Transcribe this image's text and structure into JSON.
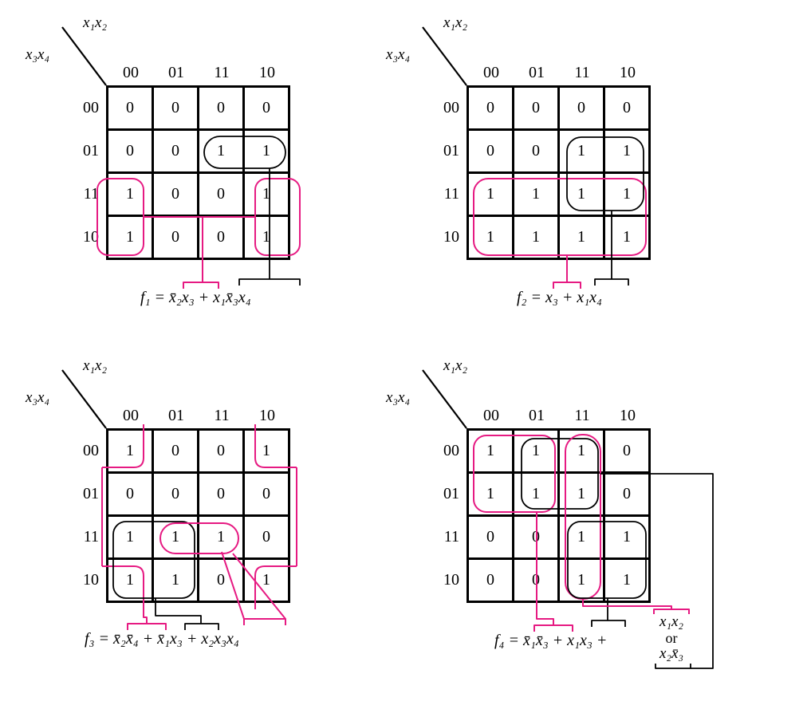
{
  "colors": {
    "loop_pink": "#e61a82",
    "loop_black": "#000000"
  },
  "maps": [
    {
      "id": "f1",
      "corner_top_label": "x₁x₂",
      "corner_side_label": "x₃x₄",
      "col_headers": [
        "00",
        "01",
        "11",
        "10"
      ],
      "row_headers": [
        "00",
        "01",
        "11",
        "10"
      ],
      "rows": [
        [
          "0",
          "0",
          "0",
          "0"
        ],
        [
          "0",
          "0",
          "1",
          "1"
        ],
        [
          "1",
          "0",
          "0",
          "1"
        ],
        [
          "1",
          "0",
          "0",
          "1"
        ]
      ],
      "formula": "f₁ = x̄₂x₃ + x₁x̄₃x₄",
      "groups": [
        {
          "color": "pink",
          "term": "x̄₂x₃",
          "cells": "rows 11,10 columns 00,10 (wrap-around)"
        },
        {
          "color": "black",
          "term": "x₁x̄₃x₄",
          "cells": "row 01 columns 11,10"
        }
      ]
    },
    {
      "id": "f2",
      "corner_top_label": "x₁x₂",
      "corner_side_label": "x₃x₄",
      "col_headers": [
        "00",
        "01",
        "11",
        "10"
      ],
      "row_headers": [
        "00",
        "01",
        "11",
        "10"
      ],
      "rows": [
        [
          "0",
          "0",
          "0",
          "0"
        ],
        [
          "0",
          "0",
          "1",
          "1"
        ],
        [
          "1",
          "1",
          "1",
          "1"
        ],
        [
          "1",
          "1",
          "1",
          "1"
        ]
      ],
      "formula": "f₂ = x₃ + x₁x₄",
      "groups": [
        {
          "color": "pink",
          "term": "x₃",
          "cells": "rows 11,10 all columns"
        },
        {
          "color": "black",
          "term": "x₁x₄",
          "cells": "rows 01,11 columns 11,10"
        }
      ]
    },
    {
      "id": "f3",
      "corner_top_label": "x₁x₂",
      "corner_side_label": "x₃x₄",
      "col_headers": [
        "00",
        "01",
        "11",
        "10"
      ],
      "row_headers": [
        "00",
        "01",
        "11",
        "10"
      ],
      "rows": [
        [
          "1",
          "0",
          "0",
          "1"
        ],
        [
          "0",
          "0",
          "0",
          "0"
        ],
        [
          "1",
          "1",
          "1",
          "0"
        ],
        [
          "1",
          "1",
          "0",
          "1"
        ]
      ],
      "formula": "f₃ = x̄₂x̄₄ + x̄₁x₃ + x₂x₃x₄",
      "groups": [
        {
          "color": "pink",
          "term": "x̄₂x̄₄",
          "cells": "four corner cells (wrap-around)"
        },
        {
          "color": "black",
          "term": "x̄₁x₃",
          "cells": "rows 11,10 columns 00,01"
        },
        {
          "color": "pink",
          "term": "x₂x₃x₄",
          "cells": "row 11 columns 01,11"
        }
      ]
    },
    {
      "id": "f4",
      "corner_top_label": "x₁x₂",
      "corner_side_label": "x₃x₄",
      "col_headers": [
        "00",
        "01",
        "11",
        "10"
      ],
      "row_headers": [
        "00",
        "01",
        "11",
        "10"
      ],
      "rows": [
        [
          "1",
          "1",
          "1",
          "0"
        ],
        [
          "1",
          "1",
          "1",
          "0"
        ],
        [
          "0",
          "0",
          "1",
          "1"
        ],
        [
          "0",
          "0",
          "1",
          "1"
        ]
      ],
      "formula_main": "f₄ = x̄₁x̄₃ + x₁x₃ +",
      "or_top": "x₁x₂",
      "or_word": "or",
      "or_bottom": "x₂x̄₃",
      "groups": [
        {
          "color": "pink",
          "term": "x̄₁x̄₃",
          "cells": "rows 00,01 columns 00,01"
        },
        {
          "color": "black",
          "term": "x₂x̄₃",
          "cells": "rows 00,01 columns 01,11"
        },
        {
          "color": "pink",
          "term": "x₁x₂",
          "cells": "column 11 all rows"
        },
        {
          "color": "black",
          "term": "x₁x₃",
          "cells": "rows 11,10 columns 11,10"
        }
      ]
    }
  ]
}
